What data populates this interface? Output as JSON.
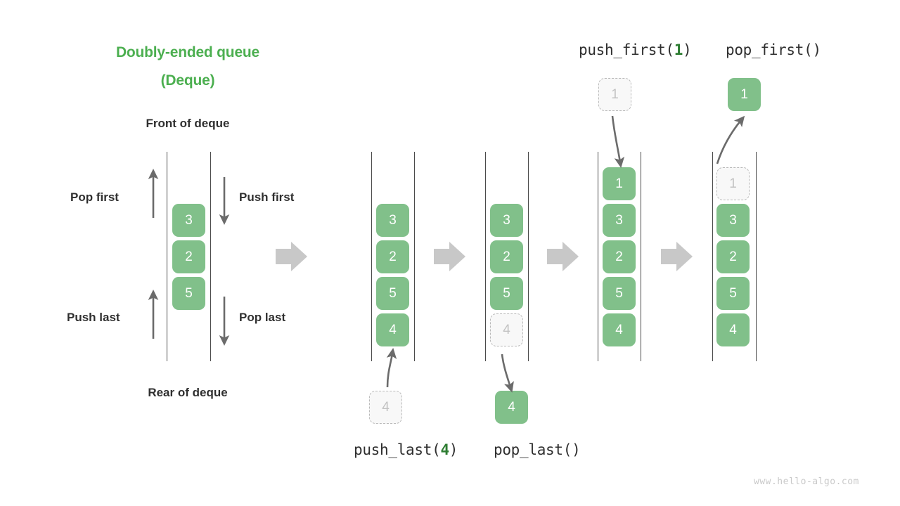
{
  "meta": {
    "watermark": "www.hello-algo.com",
    "colors": {
      "accent_green": "#4caf50",
      "box_green": "#81c08a",
      "box_text": "#ffffff",
      "ghost_fill": "#f8f8f8",
      "ghost_border": "#b9b9b9",
      "ghost_text": "#c2c2c2",
      "label_dark": "#2f2f2f",
      "rail": "#4a4a4a",
      "flow_arrow": "#c8c8c8",
      "thin_arrow": "#6b6b6b",
      "watermark_gray": "#c9c9c9"
    }
  },
  "title": {
    "line1": "Doubly-ended queue",
    "line2": "(Deque)"
  },
  "legend": {
    "front_label": "Front of deque",
    "rear_label": "Rear of deque",
    "pop_first": "Pop first",
    "push_first": "Push first",
    "push_last": "Push last",
    "pop_last": "Pop last"
  },
  "operations": {
    "push_last": {
      "name": "push_last",
      "open": "(",
      "arg": "4",
      "close": ")"
    },
    "pop_last": {
      "name": "pop_last",
      "open": "(",
      "arg": "",
      "close": ")"
    },
    "push_first": {
      "name": "push_first",
      "open": "(",
      "arg": "1",
      "close": ")"
    },
    "pop_first": {
      "name": "pop_first",
      "open": "(",
      "arg": "",
      "close": ")"
    }
  },
  "panels": [
    {
      "id": "initial",
      "items": [
        {
          "value": "3",
          "state": "solid"
        },
        {
          "value": "2",
          "state": "solid"
        },
        {
          "value": "5",
          "state": "solid"
        }
      ],
      "external": null
    },
    {
      "id": "after-push-last",
      "items": [
        {
          "value": "3",
          "state": "solid"
        },
        {
          "value": "2",
          "state": "solid"
        },
        {
          "value": "5",
          "state": "solid"
        },
        {
          "value": "4",
          "state": "solid"
        }
      ],
      "external": {
        "value": "4",
        "state": "ghost",
        "position": "below",
        "direction": "in"
      }
    },
    {
      "id": "after-pop-last",
      "items": [
        {
          "value": "3",
          "state": "solid"
        },
        {
          "value": "2",
          "state": "solid"
        },
        {
          "value": "5",
          "state": "solid"
        },
        {
          "value": "4",
          "state": "ghost"
        }
      ],
      "external": {
        "value": "4",
        "state": "solid",
        "position": "below",
        "direction": "out"
      }
    },
    {
      "id": "after-push-first",
      "items": [
        {
          "value": "1",
          "state": "solid"
        },
        {
          "value": "3",
          "state": "solid"
        },
        {
          "value": "2",
          "state": "solid"
        },
        {
          "value": "5",
          "state": "solid"
        },
        {
          "value": "4",
          "state": "solid"
        }
      ],
      "external": {
        "value": "1",
        "state": "ghost",
        "position": "above",
        "direction": "in"
      }
    },
    {
      "id": "after-pop-first",
      "items": [
        {
          "value": "1",
          "state": "ghost"
        },
        {
          "value": "3",
          "state": "solid"
        },
        {
          "value": "2",
          "state": "solid"
        },
        {
          "value": "5",
          "state": "solid"
        },
        {
          "value": "4",
          "state": "solid"
        }
      ],
      "external": {
        "value": "1",
        "state": "solid",
        "position": "above",
        "direction": "out"
      }
    }
  ]
}
